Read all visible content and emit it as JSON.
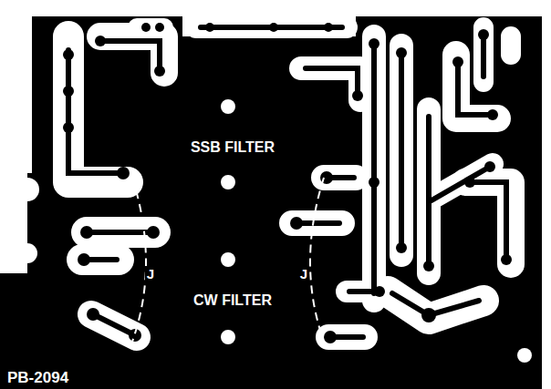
{
  "diagram": {
    "labels": [
      "SSB FILTER",
      "CW FILTER",
      "J",
      "J",
      "PB-2094"
    ]
  }
}
